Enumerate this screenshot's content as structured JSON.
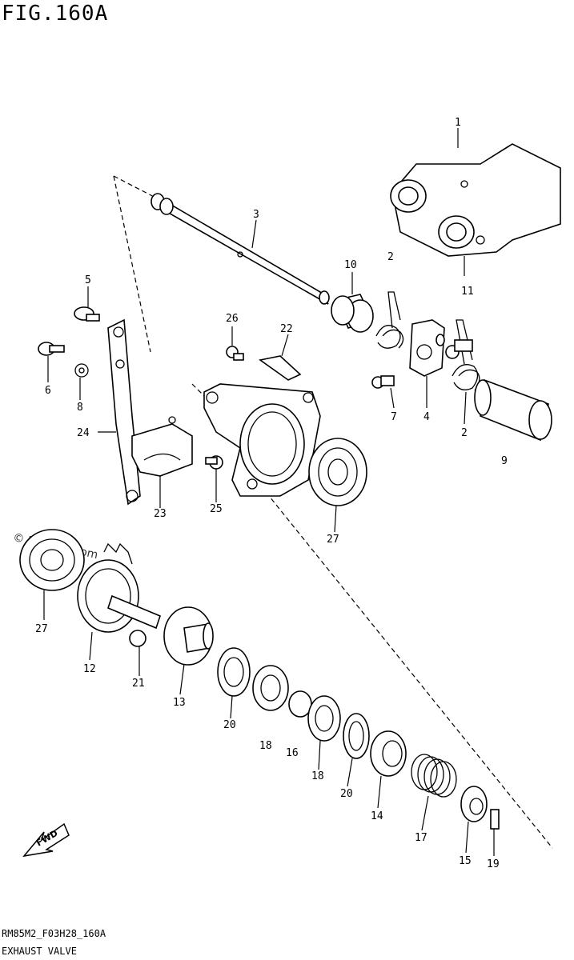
{
  "figure": {
    "title": "FIG.160A",
    "code": "RM85M2_F03H28_160A",
    "name": "EXHAUST VALVE",
    "watermark": "© Partzilla.com"
  },
  "fwd_label": "FWD",
  "callouts": [
    {
      "id": "c1",
      "text": "1"
    },
    {
      "id": "c2a",
      "text": "2"
    },
    {
      "id": "c2b",
      "text": "2"
    },
    {
      "id": "c2c",
      "text": "2"
    },
    {
      "id": "c3",
      "text": "3"
    },
    {
      "id": "c4",
      "text": "4"
    },
    {
      "id": "c5",
      "text": "5"
    },
    {
      "id": "c6",
      "text": "6"
    },
    {
      "id": "c7",
      "text": "7"
    },
    {
      "id": "c8",
      "text": "8"
    },
    {
      "id": "c9",
      "text": "9"
    },
    {
      "id": "c10",
      "text": "10"
    },
    {
      "id": "c11",
      "text": "11"
    },
    {
      "id": "c12",
      "text": "12"
    },
    {
      "id": "c13",
      "text": "13"
    },
    {
      "id": "c14",
      "text": "14"
    },
    {
      "id": "c15",
      "text": "15"
    },
    {
      "id": "c16",
      "text": "16"
    },
    {
      "id": "c17",
      "text": "17"
    },
    {
      "id": "c18a",
      "text": "18"
    },
    {
      "id": "c18b",
      "text": "18"
    },
    {
      "id": "c19",
      "text": "19"
    },
    {
      "id": "c20a",
      "text": "20"
    },
    {
      "id": "c20b",
      "text": "20"
    },
    {
      "id": "c21",
      "text": "21"
    },
    {
      "id": "c22",
      "text": "22"
    },
    {
      "id": "c23",
      "text": "23"
    },
    {
      "id": "c24",
      "text": "24"
    },
    {
      "id": "c25",
      "text": "25"
    },
    {
      "id": "c26",
      "text": "26"
    },
    {
      "id": "c27a",
      "text": "27"
    },
    {
      "id": "c27b",
      "text": "27"
    }
  ]
}
